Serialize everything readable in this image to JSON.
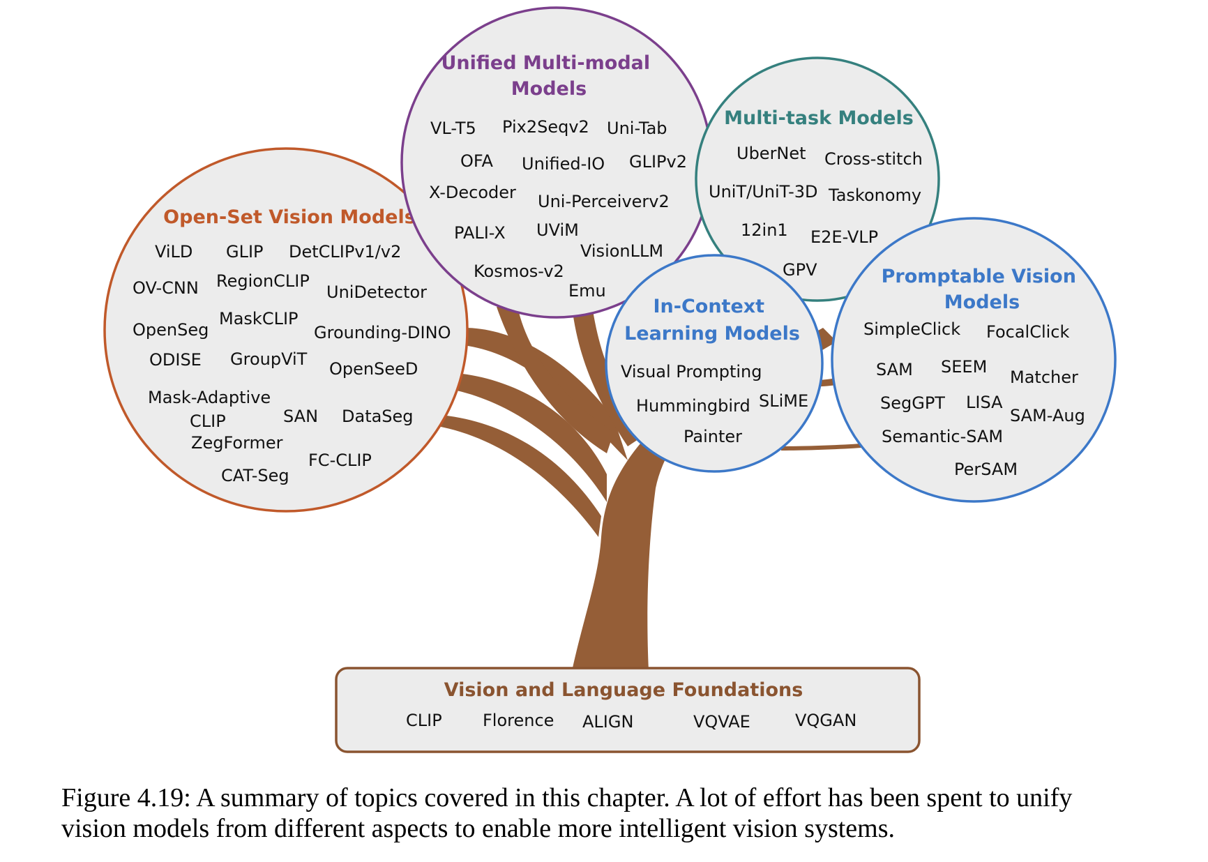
{
  "colors": {
    "trunk": "#955e37",
    "circle_fill": "#ececec",
    "open_set": "#c0592a",
    "unified": "#7b3f8c",
    "multitask": "#35807e",
    "promptable": "#3c78c8",
    "incontext": "#3c78c8",
    "foundation": "#8a5430"
  },
  "groups": {
    "open_set": {
      "title": [
        "Open-Set Vision Models"
      ],
      "items": [
        "ViLD",
        "GLIP",
        "DetCLIPv1/v2",
        "OV-CNN",
        "RegionCLIP",
        "UniDetector",
        "OpenSeg",
        "MaskCLIP",
        "Grounding-DINO",
        "ODISE",
        "GroupViT",
        "OpenSeeD",
        "Mask-Adaptive",
        "CLIP",
        "SAN",
        "DataSeg",
        "ZegFormer",
        "FC-CLIP",
        "CAT-Seg"
      ]
    },
    "unified": {
      "title": [
        "Unified Multi-modal",
        "Models"
      ],
      "items": [
        "VL-T5",
        "Pix2Seqv2",
        "Uni-Tab",
        "OFA",
        "Unified-IO",
        "GLIPv2",
        "X-Decoder",
        "Uni-Perceiverv2",
        "PALI-X",
        "UViM",
        "VisionLLM",
        "Kosmos-v2",
        "Emu"
      ]
    },
    "multitask": {
      "title": [
        "Multi-task Models"
      ],
      "items": [
        "UberNet",
        "Cross-stitch",
        "UniT/UniT-3D",
        "Taskonomy",
        "12in1",
        "E2E-VLP",
        "GPV"
      ]
    },
    "incontext": {
      "title": [
        "In-Context",
        "Learning Models"
      ],
      "items": [
        "Visual Prompting",
        "Hummingbird",
        "SLiME",
        "Painter"
      ]
    },
    "promptable": {
      "title": [
        "Promptable Vision",
        "Models"
      ],
      "items": [
        "SimpleClick",
        "FocalClick",
        "SAM",
        "SEEM",
        "Matcher",
        "SegGPT",
        "LISA",
        "SAM-Aug",
        "Semantic-SAM",
        "PerSAM"
      ]
    },
    "foundation": {
      "title": [
        "Vision and Language Foundations"
      ],
      "items": [
        "CLIP",
        "Florence",
        "ALIGN",
        "VQVAE",
        "VQGAN"
      ]
    }
  },
  "caption": {
    "line1": "Figure 4.19: A summary of topics covered in this chapter. A lot of effort has been spent to unify",
    "line2": "vision models from different aspects to enable more intelligent vision systems."
  }
}
